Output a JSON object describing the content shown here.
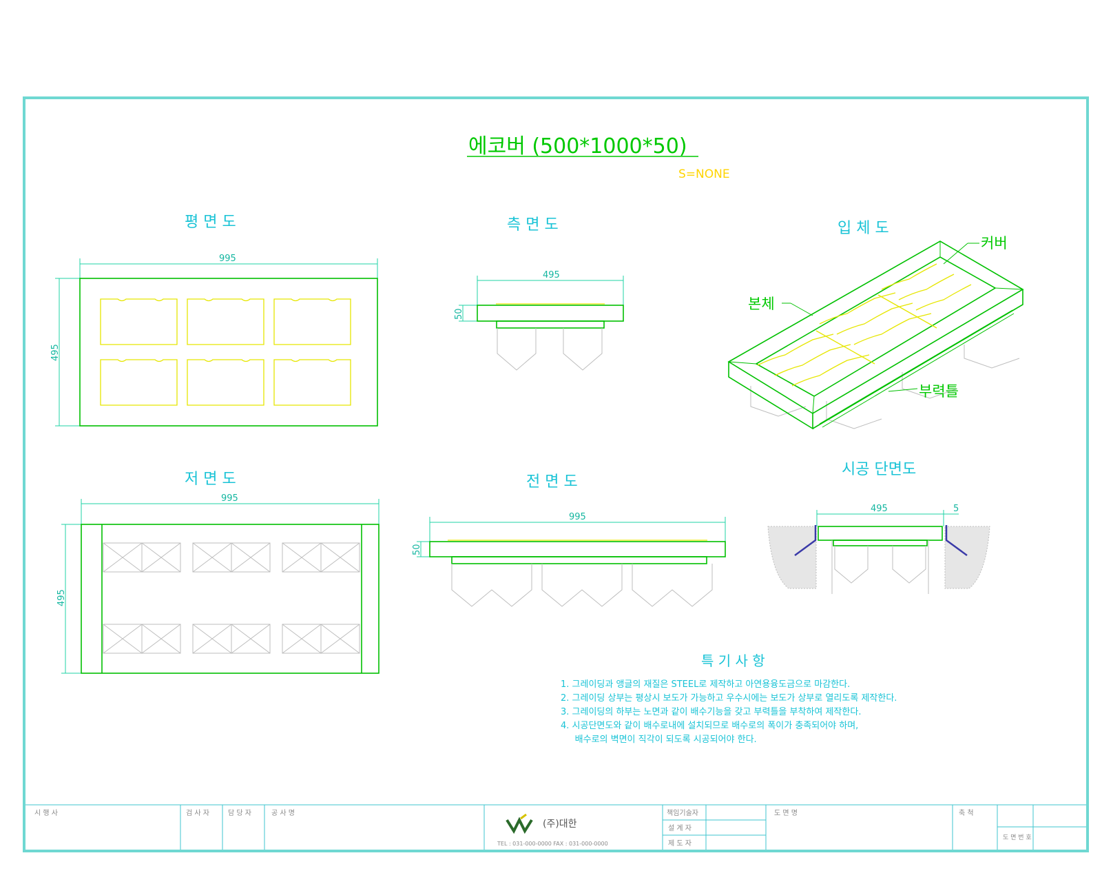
{
  "drawing": {
    "title": "에코버 (500*1000*50)",
    "scale": "S=NONE"
  },
  "views": {
    "plan": "평 면 도",
    "side": "측 면 도",
    "iso": "입 체 도",
    "bottom": "저 면 도",
    "front": "전 면 도",
    "section": "시공 단면도"
  },
  "dimensions": {
    "plan_width": "995",
    "plan_height": "495",
    "side_width": "495",
    "side_height": "50",
    "bottom_width": "995",
    "bottom_height": "495",
    "front_width": "995",
    "front_height": "50",
    "section_width": "495",
    "section_gap": "5"
  },
  "labels": {
    "cover": "커버",
    "body": "본체",
    "buoyancy_frame": "부력틀"
  },
  "notes": {
    "heading": "특 기 사 항",
    "items": [
      "1.  그레이딩과 앵글의 재질은 STEEL로 제작하고 아연용융도금으로 마감한다.",
      "2.  그레이딩 상부는 평상시 보도가 가능하고 우수시에는 보도가 상부로 열리도록 제작한다.",
      "3.  그레이딩의 하부는 노면과 같이 배수기능을 갖고 부력틀을 부착하여 제작한다.",
      "4.  시공단면도와 같이 배수로내에 설치되므로 배수로의 폭이가 충족되어야 하며,",
      "     배수로의 벽면이 직각이 되도록 시공되어야 한다."
    ]
  },
  "title_block": {
    "client": "시 행 사",
    "inspector": "검 사 자",
    "manager": "담 당 자",
    "project": "공 사 명",
    "company": "(주)대한",
    "contact": "TEL : 031-000-0000   FAX : 031-000-0000",
    "engineer": "책임기술자",
    "designer": "설 계 자",
    "drafter": "제 도 자",
    "drawing_name": "도 면 명",
    "scale_label": "축 척",
    "drawing_no": "도 면 번 호"
  },
  "colors": {
    "frame": "#6fd8d2",
    "title_text": "#00c800",
    "view_text": "#19c3d6",
    "outline": "#00c000",
    "grating": "#e6e600",
    "dimension": "#1fd3a6"
  },
  "icons": {
    "logo": "company-logo-icon"
  }
}
